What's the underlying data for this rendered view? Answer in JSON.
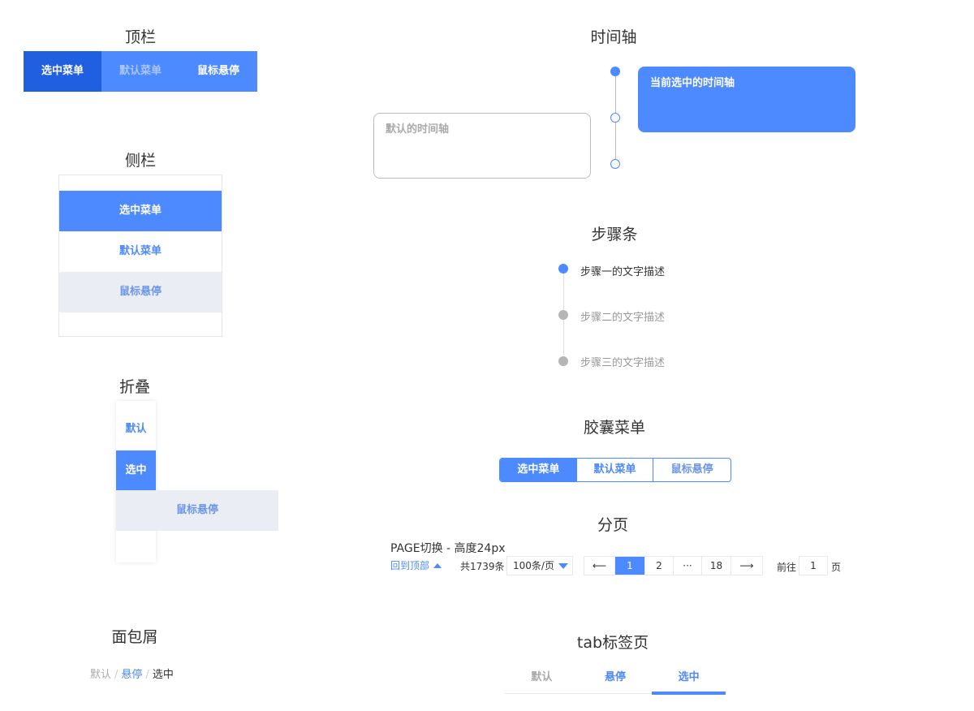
{
  "topbar": {
    "title": "顶栏",
    "items": [
      {
        "label": "选中菜单",
        "state": "selected"
      },
      {
        "label": "默认菜单",
        "state": "default"
      },
      {
        "label": "鼠标悬停",
        "state": "hover"
      }
    ]
  },
  "sidebar": {
    "title": "侧栏",
    "items": [
      {
        "label": "选中菜单",
        "state": "selected"
      },
      {
        "label": "默认菜单",
        "state": "default"
      },
      {
        "label": "鼠标悬停",
        "state": "hover"
      }
    ]
  },
  "collapsed": {
    "title": "折叠",
    "items": [
      {
        "label": "默认",
        "state": "default"
      },
      {
        "label": "选中",
        "state": "selected"
      },
      {
        "label": "鼠标悬停",
        "state": "hover"
      }
    ]
  },
  "breadcrumb": {
    "title": "面包屑",
    "separator": "/",
    "items": [
      {
        "label": "默认",
        "state": "default"
      },
      {
        "label": "悬停",
        "state": "hover"
      },
      {
        "label": "选中",
        "state": "selected"
      }
    ]
  },
  "timeline": {
    "title": "时间轴",
    "selected_card": "当前选中的时间轴",
    "default_card": "默认的时间轴"
  },
  "steps": {
    "title": "步骤条",
    "items": [
      {
        "label": "步骤一的文字描述",
        "state": "active"
      },
      {
        "label": "步骤二的文字描述",
        "state": "inactive"
      },
      {
        "label": "步骤三的文字描述",
        "state": "inactive"
      }
    ]
  },
  "capsule": {
    "title": "胶囊菜单",
    "items": [
      {
        "label": "选中菜单",
        "state": "selected"
      },
      {
        "label": "默认菜单",
        "state": "default"
      },
      {
        "label": "鼠标悬停",
        "state": "hover"
      }
    ]
  },
  "pagination": {
    "title": "分页",
    "subtitle": "PAGE切换 - 高度24px",
    "back_to_top": "回到顶部",
    "total": "共1739条",
    "page_size": "100条/页",
    "prev": "⟵",
    "pages": [
      "1",
      "2",
      "···",
      "18"
    ],
    "current_page": "1",
    "next": "⟶",
    "goto_label": "前往",
    "goto_value": "1",
    "goto_suffix": "页"
  },
  "tabs": {
    "title": "tab标签页",
    "items": [
      {
        "label": "默认",
        "state": "default"
      },
      {
        "label": "悬停",
        "state": "hover"
      },
      {
        "label": "选中",
        "state": "selected"
      }
    ]
  },
  "colors": {
    "primary": "#4d89ff",
    "topbar_selected": "#1f5fe0",
    "hover_bg": "#eaedf4",
    "inactive_gray": "#b5b5b5"
  }
}
